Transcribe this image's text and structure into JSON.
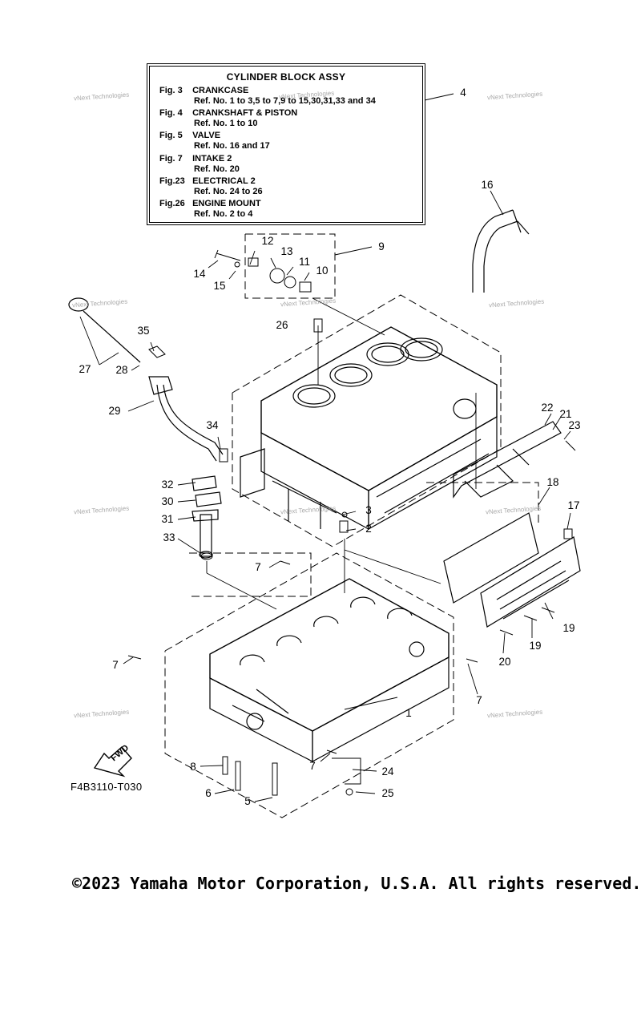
{
  "legend": {
    "title": "CYLINDER BLOCK ASSY",
    "rows": [
      {
        "fig": "Fig.  3",
        "name": "CRANKCASE",
        "ref": "Ref. No. 1 to 3,5 to 7,9 to 15,30,31,33 and 34"
      },
      {
        "fig": "Fig.  4",
        "name": "CRANKSHAFT & PISTON",
        "ref": "Ref. No. 1 to 10"
      },
      {
        "fig": "Fig.  5",
        "name": "VALVE",
        "ref": "Ref. No. 16 and 17"
      },
      {
        "fig": "Fig.  7",
        "name": "INTAKE 2",
        "ref": "Ref. No. 20"
      },
      {
        "fig": "Fig.23",
        "name": "ELECTRICAL 2",
        "ref": "Ref. No. 24 to 26"
      },
      {
        "fig": "Fig.26",
        "name": "ENGINE MOUNT",
        "ref": "Ref. No. 2 to 4"
      }
    ]
  },
  "callouts": [
    "4",
    "16",
    "9",
    "12",
    "13",
    "11",
    "10",
    "14",
    "15",
    "26",
    "35",
    "27",
    "28",
    "29",
    "34",
    "22",
    "21",
    "23",
    "32",
    "30",
    "31",
    "33",
    "3",
    "2",
    "18",
    "17",
    "7",
    "7",
    "19",
    "19",
    "20",
    "7",
    "7",
    "1",
    "7",
    "8",
    "24",
    "6",
    "5",
    "25"
  ],
  "watermark_text": "vNext Technologies",
  "fwd_label": "FWD",
  "figure_code": "F4B3110-T030",
  "copyright": "©2023 Yamaha Motor Corporation, U.S.A. All rights reserved."
}
